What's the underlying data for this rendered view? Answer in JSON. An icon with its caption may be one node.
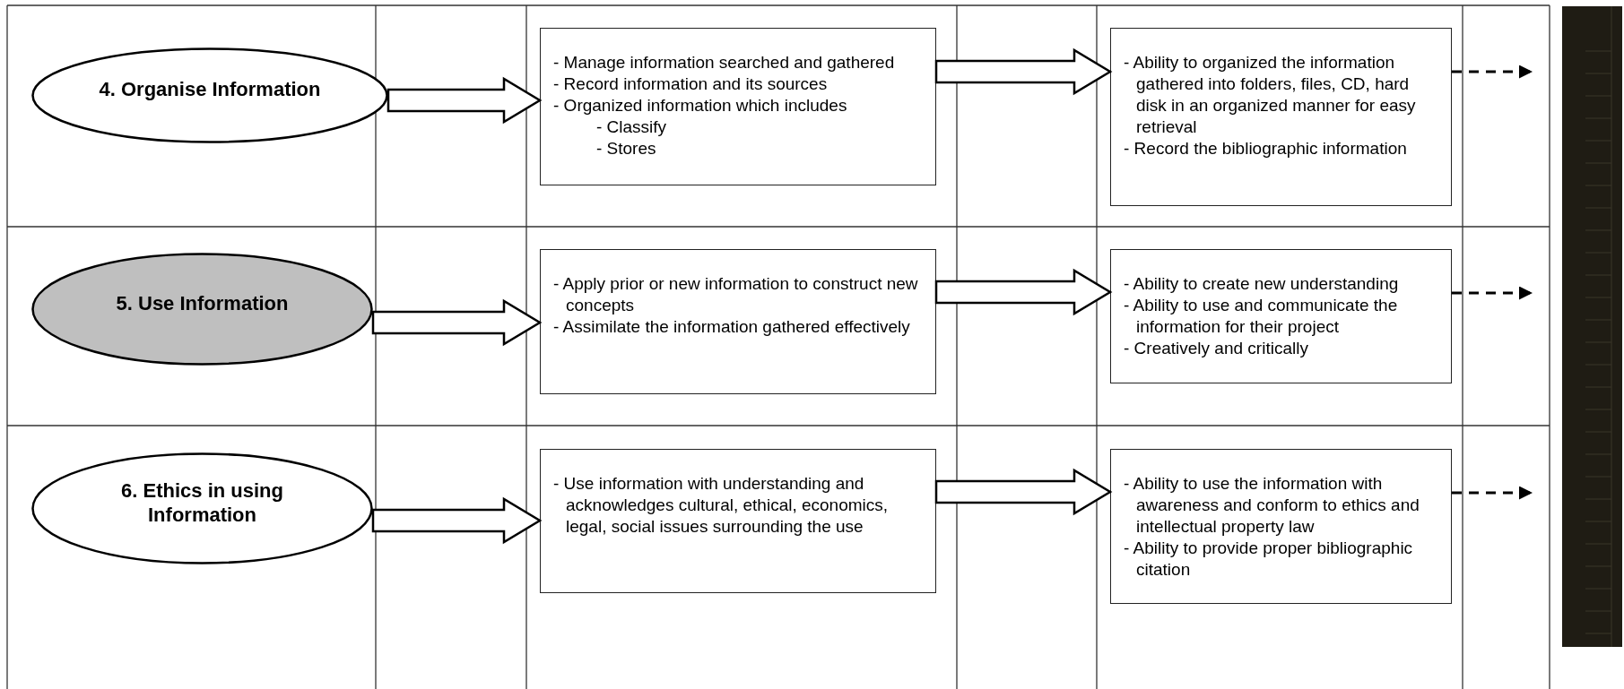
{
  "diagram": {
    "nodes": [
      {
        "text": [
          "4. Organise Information"
        ]
      },
      {
        "text": [
          "5. Use Information"
        ]
      },
      {
        "text": [
          "6. Ethics in using Information"
        ]
      },
      {
        "text": [
          "- Manage information searched and gathered",
          "- Record information and its sources",
          "- Organized information which includes",
          "- Classify",
          "- Stores"
        ]
      },
      {
        "text": [
          "- Apply prior or new information to construct new concepts",
          "- Assimilate the information gathered effectively"
        ]
      },
      {
        "text": [
          "- Use information with understanding and acknowledges cultural, ethical, economics, legal, social issues surrounding the use"
        ]
      },
      {
        "text": [
          "- Ability to organized the information gathered into folders, files, CD, hard disk in an organized manner for easy retrieval",
          "- Record the bibliographic information"
        ]
      },
      {
        "text": [
          "- Ability to create new understanding",
          "- Ability to use and communicate the information for their project",
          "- Creatively and critically"
        ]
      },
      {
        "text": [
          "- Ability to use the information with awareness and conform to ethics and intellectual property law",
          "- Ability to provide proper bibliographic citation"
        ]
      }
    ],
    "edges": [
      {
        "from": 0,
        "to": 3,
        "arrow": "to"
      },
      {
        "from": 1,
        "to": 4,
        "arrow": "to"
      },
      {
        "from": 2,
        "to": 5,
        "arrow": "to"
      },
      {
        "from": 3,
        "to": 6,
        "arrow": "to"
      },
      {
        "from": 4,
        "to": 7,
        "arrow": "to"
      },
      {
        "from": 5,
        "to": 8,
        "arrow": "to"
      },
      {
        "from": 6,
        "to": null,
        "arrow": "to",
        "style": "dashed"
      },
      {
        "from": 7,
        "to": null,
        "arrow": "to",
        "style": "dashed"
      },
      {
        "from": 8,
        "to": null,
        "arrow": "to",
        "style": "dashed"
      }
    ]
  }
}
